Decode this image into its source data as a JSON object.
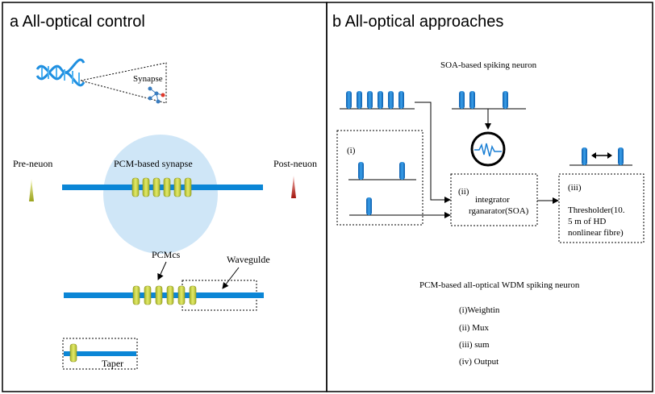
{
  "panel_a": {
    "title": "a All-optical control",
    "synapse_label": "Synapse",
    "pre_label": "Pre-neuon",
    "post_label": "Post-neuon",
    "pcm_synapse_label": "PCM-based synapse",
    "pcmcs_label": "PCMcs",
    "waveguide_label": "Wavegulde",
    "taper_label": "Taper"
  },
  "panel_b": {
    "title": "b All-optical approaches",
    "soa_title": "SOA-based spiking neuron",
    "box_i": "(i)",
    "box_ii": "(ii)",
    "box_ii_line1": "integrator",
    "box_ii_line2": "rganarator(SOA)",
    "box_iii": "(iii)",
    "box_iii_line1": "Thresholder(10.",
    "box_iii_line2": "5 m of HD",
    "box_iii_line3": "nonlinear fibre)",
    "wdm_title": "PCM-based all-optical WDM spiking neuron",
    "list": [
      "(i)Weightin",
      "(ii) Mux",
      "(iii) sum",
      "(iv) Output"
    ]
  },
  "colors": {
    "waveguide": "#0b86d6",
    "pcm": "#c5d13a",
    "pulse": "#1a7fd4",
    "synapse_fill": "#cfe6f7",
    "post_spike": "#c0392b",
    "pre_spike": "#b5bd2a"
  }
}
